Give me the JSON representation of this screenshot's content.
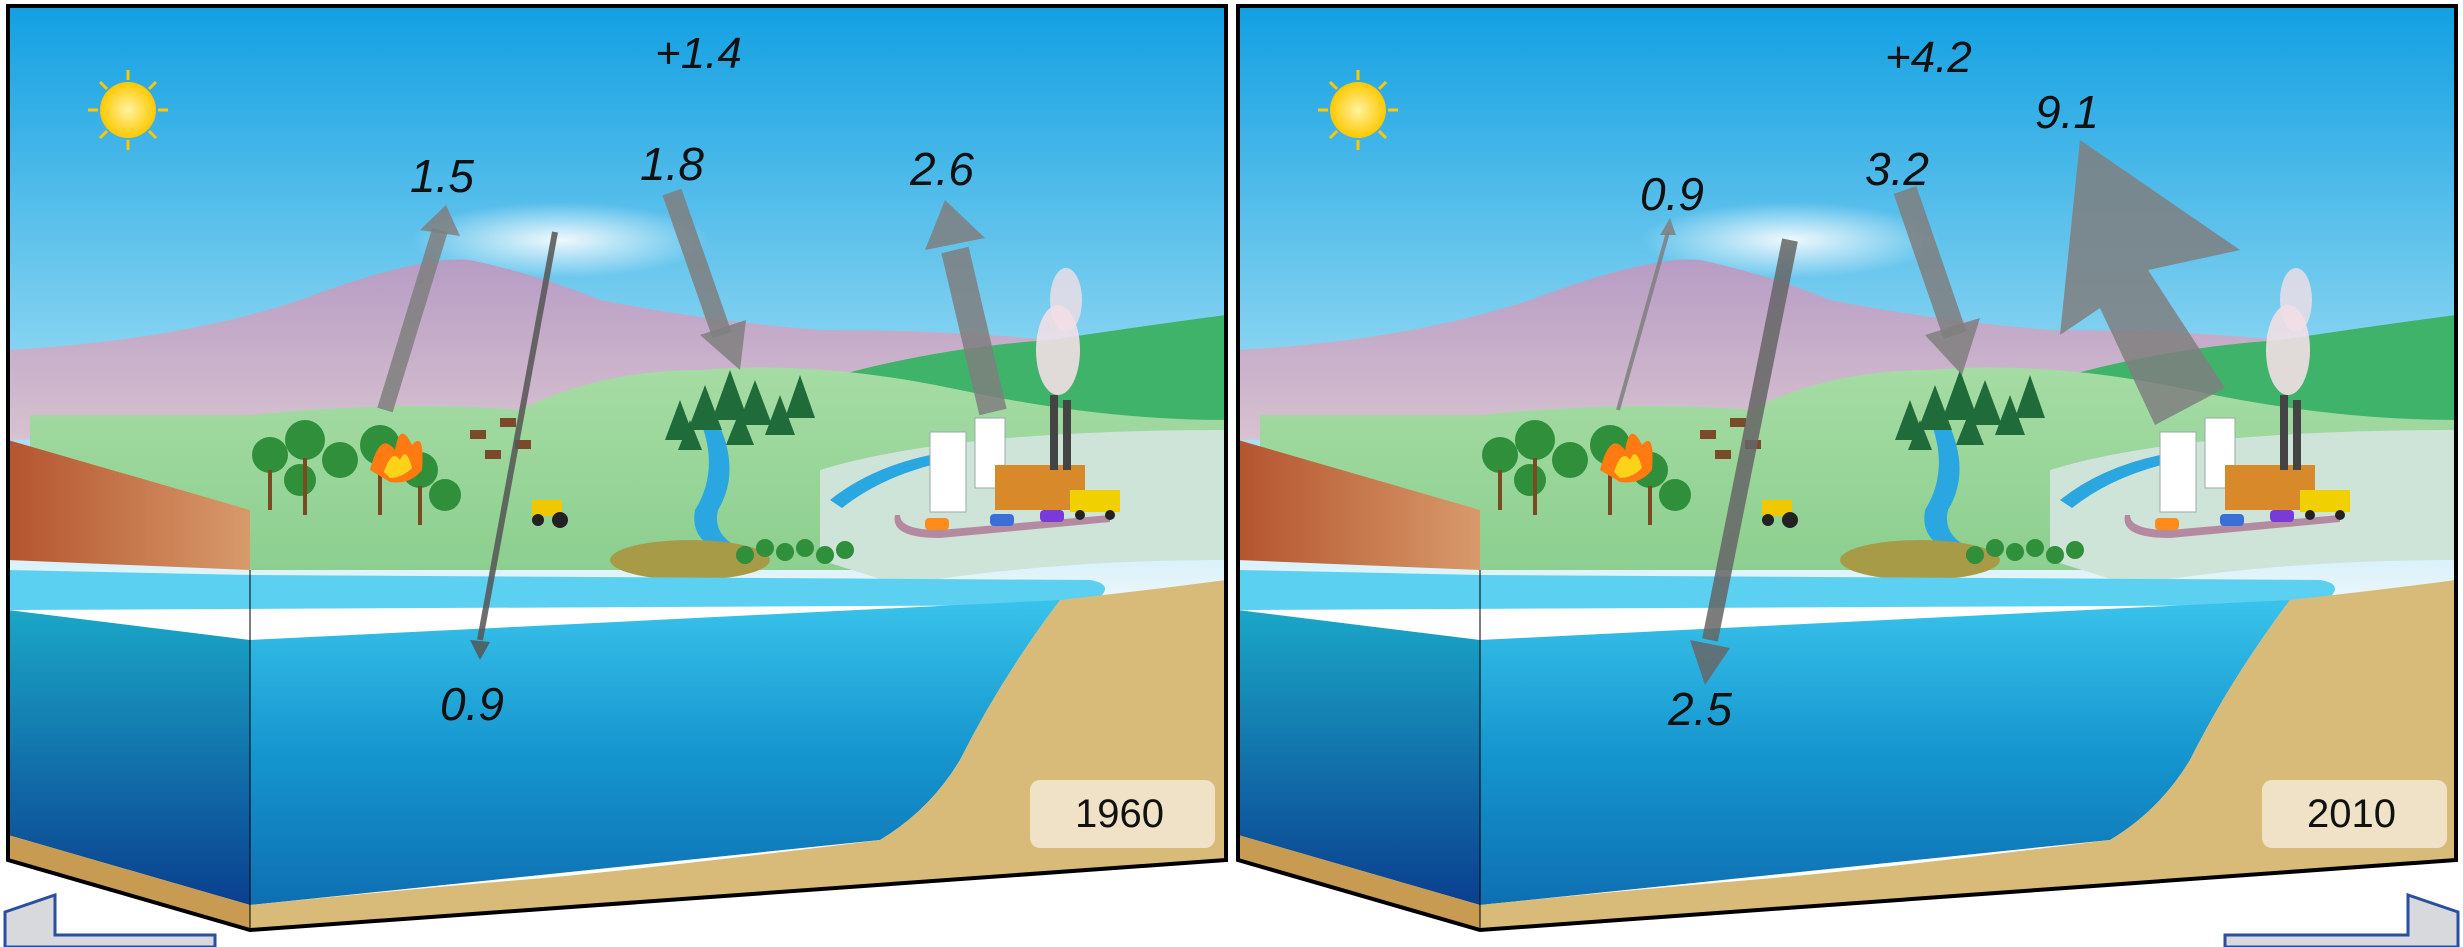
{
  "panels": [
    {
      "year": "1960",
      "net_change": "+1.4",
      "fluxes": {
        "land_use_emission": "1.5",
        "ocean_uptake": "0.9",
        "land_sink": "1.8",
        "fossil_fuel_emission": "2.6"
      }
    },
    {
      "year": "2010",
      "net_change": "+4.2",
      "fluxes": {
        "land_use_emission": "0.9",
        "ocean_uptake": "2.5",
        "land_sink": "3.2",
        "fossil_fuel_emission": "9.1"
      }
    }
  ],
  "colors": {
    "sky_top": "#1aa9e6",
    "mountain": "#c7a9c6",
    "land": "#9bd39a",
    "ocean_surface": "#38c1ea",
    "ocean_deep": "#0b5a9c",
    "sediment": "#d9bd7c",
    "arrow": "#7f7f7f",
    "year_badge": "#efe2c6",
    "sun": "#ffd21a"
  },
  "icons": [
    "sun-icon",
    "cloud-icon",
    "forest-icon",
    "fire-icon",
    "factory-icon",
    "city-icon",
    "car-icon",
    "truck-icon",
    "tractor-icon",
    "cow-icon",
    "river-icon",
    "previous-arrow-icon",
    "next-arrow-icon"
  ]
}
